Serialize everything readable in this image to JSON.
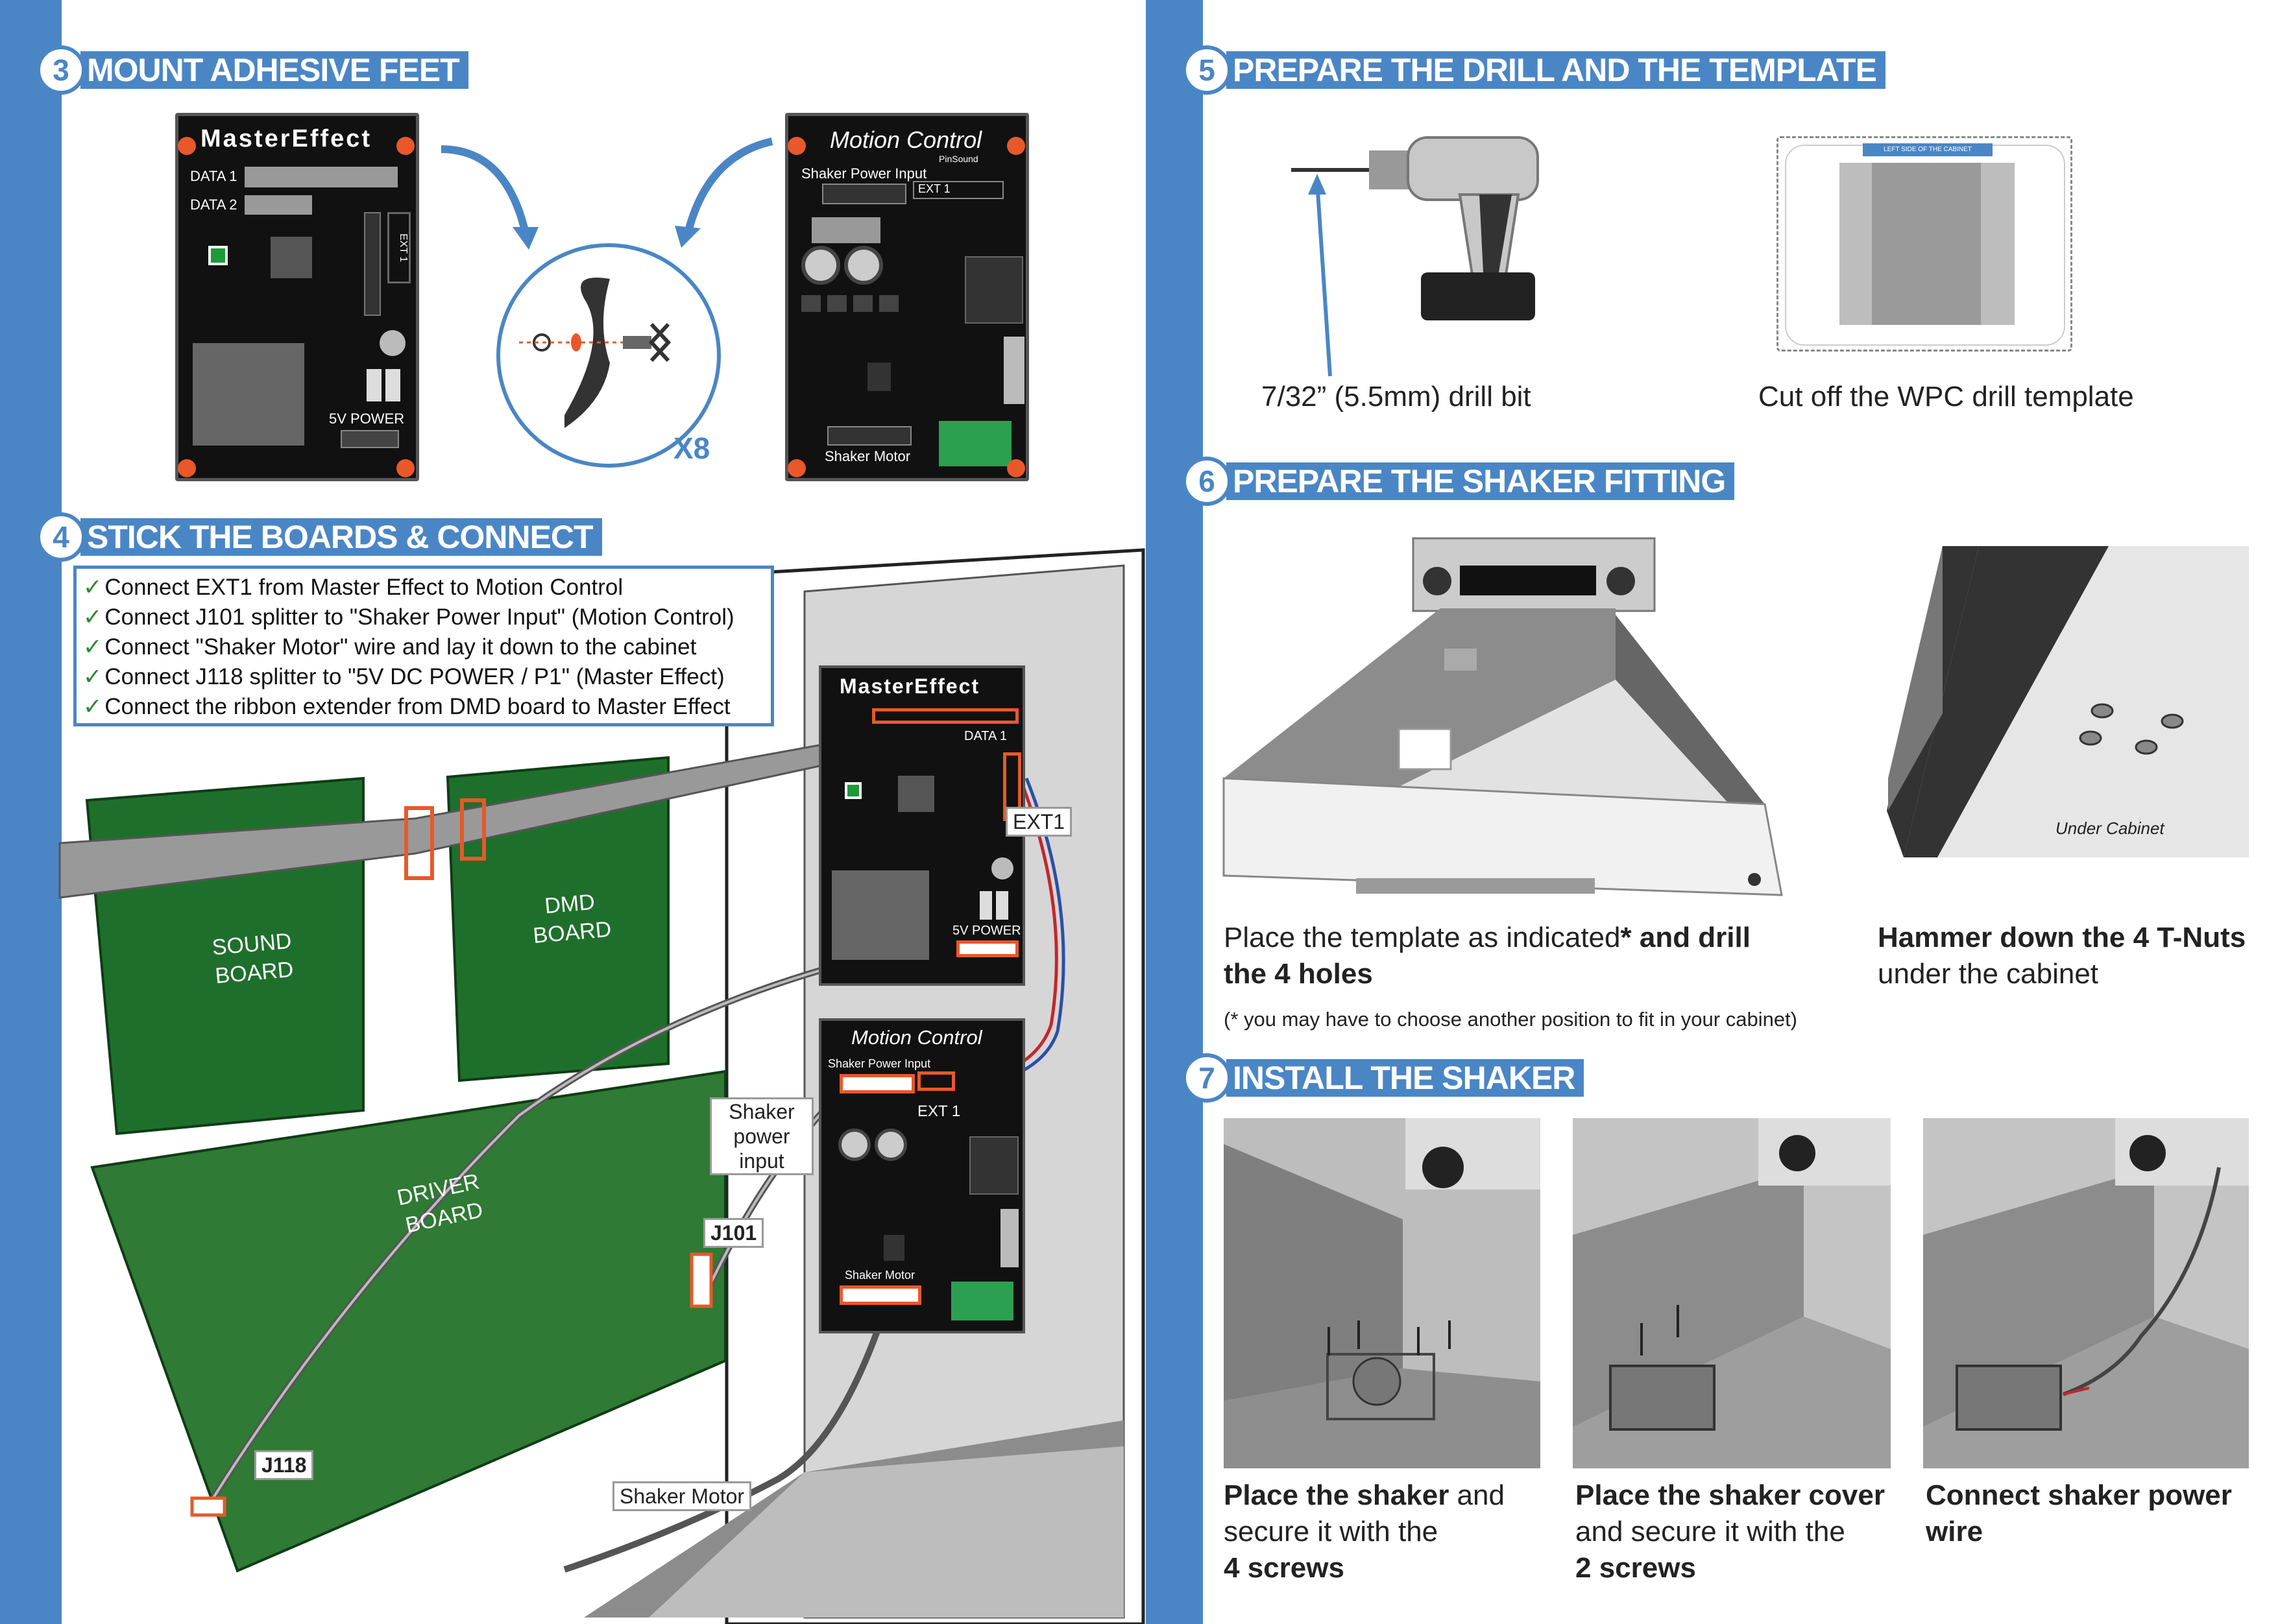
{
  "colors": {
    "accent": "#4a86c5",
    "board_green": "#1f6f2c",
    "board_black": "#111111",
    "highlight": "#e8582a"
  },
  "sections": {
    "s3": {
      "num": "3",
      "title": "MOUNT ADHESIVE FEET"
    },
    "s4": {
      "num": "4",
      "title": "STICK THE BOARDS & CONNECT"
    },
    "s5": {
      "num": "5",
      "title": "PREPARE THE DRILL AND THE TEMPLATE"
    },
    "s6": {
      "num": "6",
      "title": "PREPARE THE SHAKER FITTING"
    },
    "s7": {
      "num": "7",
      "title": "INSTALL THE SHAKER"
    }
  },
  "master_effect": {
    "logo_a": "MasterEffect",
    "data1": "DATA 1",
    "data2": "DATA 2",
    "ext1": "EXT 1",
    "power": "5V POWER"
  },
  "motion_control": {
    "logo": "Motion Control",
    "brand": "PinSound",
    "shaker_power_input": "Shaker Power Input",
    "ext1": "EXT 1",
    "shaker_motor": "Shaker Motor"
  },
  "feet_count": "X8",
  "checklist": [
    "Connect EXT1 from Master Effect to Motion Control",
    "Connect J101 splitter to \"Shaker Power Input\" (Motion Control)",
    "Connect \"Shaker Motor\" wire and lay it down to the cabinet",
    "Connect J118 splitter to \"5V DC POWER / P1\" (Master Effect)",
    "Connect the ribbon extender from DMD board to Master Effect"
  ],
  "boards": {
    "sound": "SOUND BOARD",
    "dmd": "DMD BOARD",
    "driver": "DRIVER BOARD"
  },
  "tags": {
    "ext1": "EXT1",
    "shaker_power_input": "Shaker power input",
    "j101": "J101",
    "j118": "J118",
    "shaker_motor": "Shaker Motor",
    "data1": "DATA 1",
    "power5v": "5V POWER",
    "mc_ext1": "EXT 1"
  },
  "s5_captions": {
    "drill": "7/32” (5.5mm) drill bit",
    "template": "Cut off the WPC drill template",
    "template_header": "LEFT SIDE OF THE CABINET"
  },
  "s6_captions": {
    "place_a": "Place the template as indicated",
    "place_star": "* and ",
    "place_b": "drill",
    "place_c": "the 4 holes",
    "note": "(* you may have to choose another position to fit in your cabinet)",
    "hammer_a": "Hammer down the 4 T-Nuts",
    "hammer_b": "under the cabinet",
    "under": "Under Cabinet"
  },
  "s7_captions": {
    "c1_a": "Place the shaker",
    "c1_b": " and",
    "c1_c": "secure it with the",
    "c1_d": "4 screws",
    "c2_a": "Place the shaker cover",
    "c2_b": "and secure it with the",
    "c2_c": "2 screws",
    "c3_a": "Connect shaker power",
    "c3_b": "wire"
  }
}
